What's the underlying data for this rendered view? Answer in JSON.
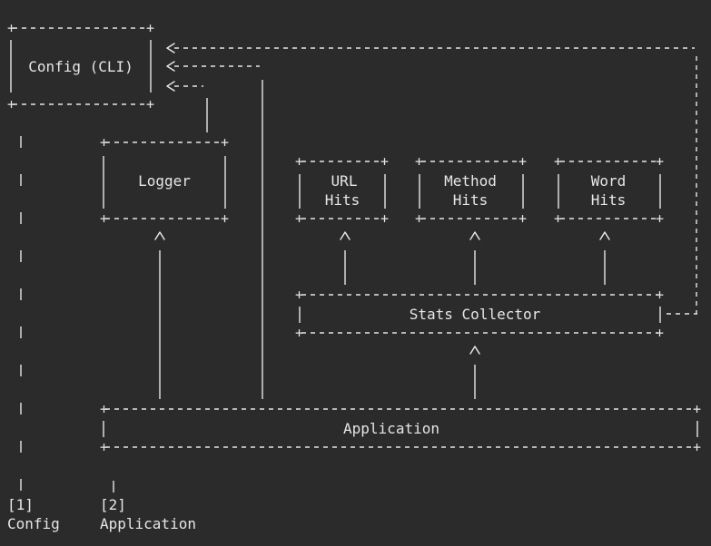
{
  "nodes": {
    "config": "Config (CLI)",
    "logger": "Logger",
    "url_hits": [
      "URL",
      "Hits"
    ],
    "method_hits": [
      "Method",
      "Hits"
    ],
    "word_hits": [
      "Word",
      "Hits"
    ],
    "stats_collector": "Stats Collector",
    "application": "Application"
  },
  "legend": {
    "one_marker": "[1]",
    "one_label": "Config",
    "two_marker": "[2]",
    "two_label": "Application"
  }
}
